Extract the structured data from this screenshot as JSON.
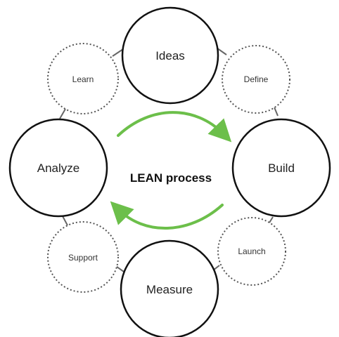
{
  "diagram": {
    "center_label": "LEAN process",
    "main_nodes": {
      "ideas": "Ideas",
      "build": "Build",
      "measure": "Measure",
      "analyze": "Analyze"
    },
    "minor_nodes": {
      "define": "Define",
      "launch": "Launch",
      "support": "Support",
      "learn": "Learn"
    },
    "colors": {
      "main_border": "#111111",
      "minor_border": "#555555",
      "connector": "#666666",
      "arrow": "#6cbf4a"
    }
  }
}
